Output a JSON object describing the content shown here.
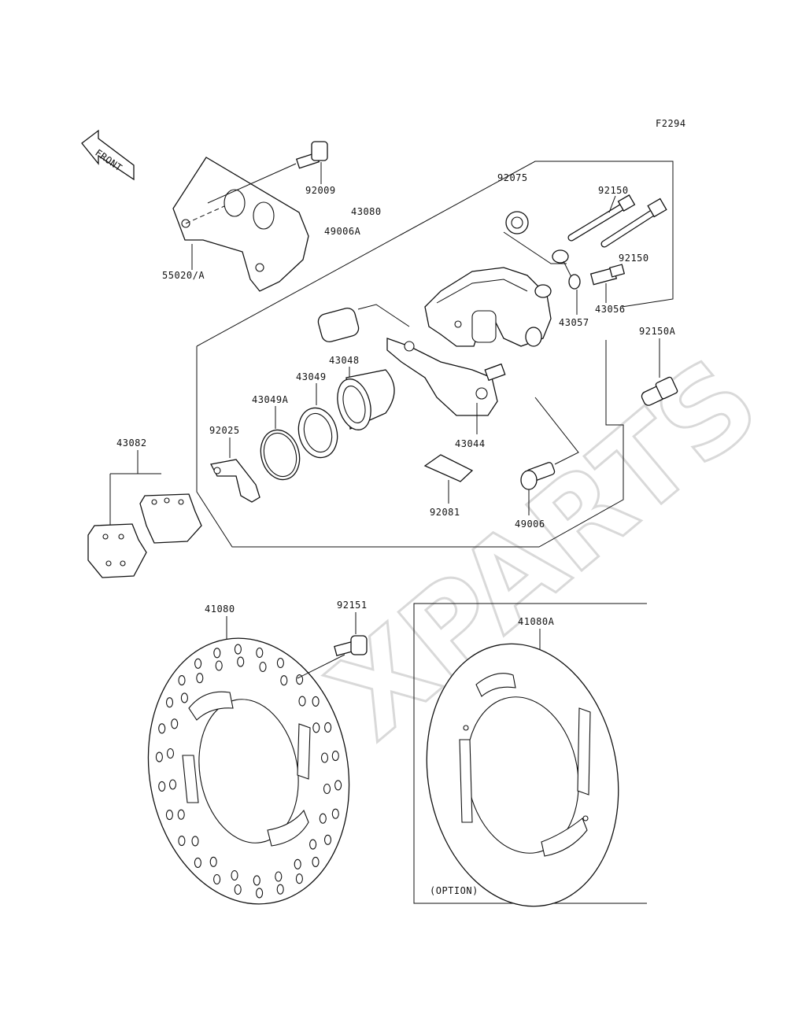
{
  "figure_code": "F2294",
  "front_label": "FRONT",
  "watermark": "XPARTS",
  "option_label": "(OPTION)",
  "parts": {
    "p92009": "92009",
    "p55020A": "55020/A",
    "p43080": "43080",
    "p49006A": "49006A",
    "p92075": "92075",
    "p92150_top": "92150",
    "p92150_mid": "92150",
    "p43056": "43056",
    "p43057": "43057",
    "p92150A": "92150A",
    "p43048": "43048",
    "p43049": "43049",
    "p43049A": "43049A",
    "p92025": "92025",
    "p43044": "43044",
    "p92081": "92081",
    "p49006": "49006",
    "p43082": "43082",
    "p41080": "41080",
    "p92151": "92151",
    "p41080A": "41080A"
  }
}
